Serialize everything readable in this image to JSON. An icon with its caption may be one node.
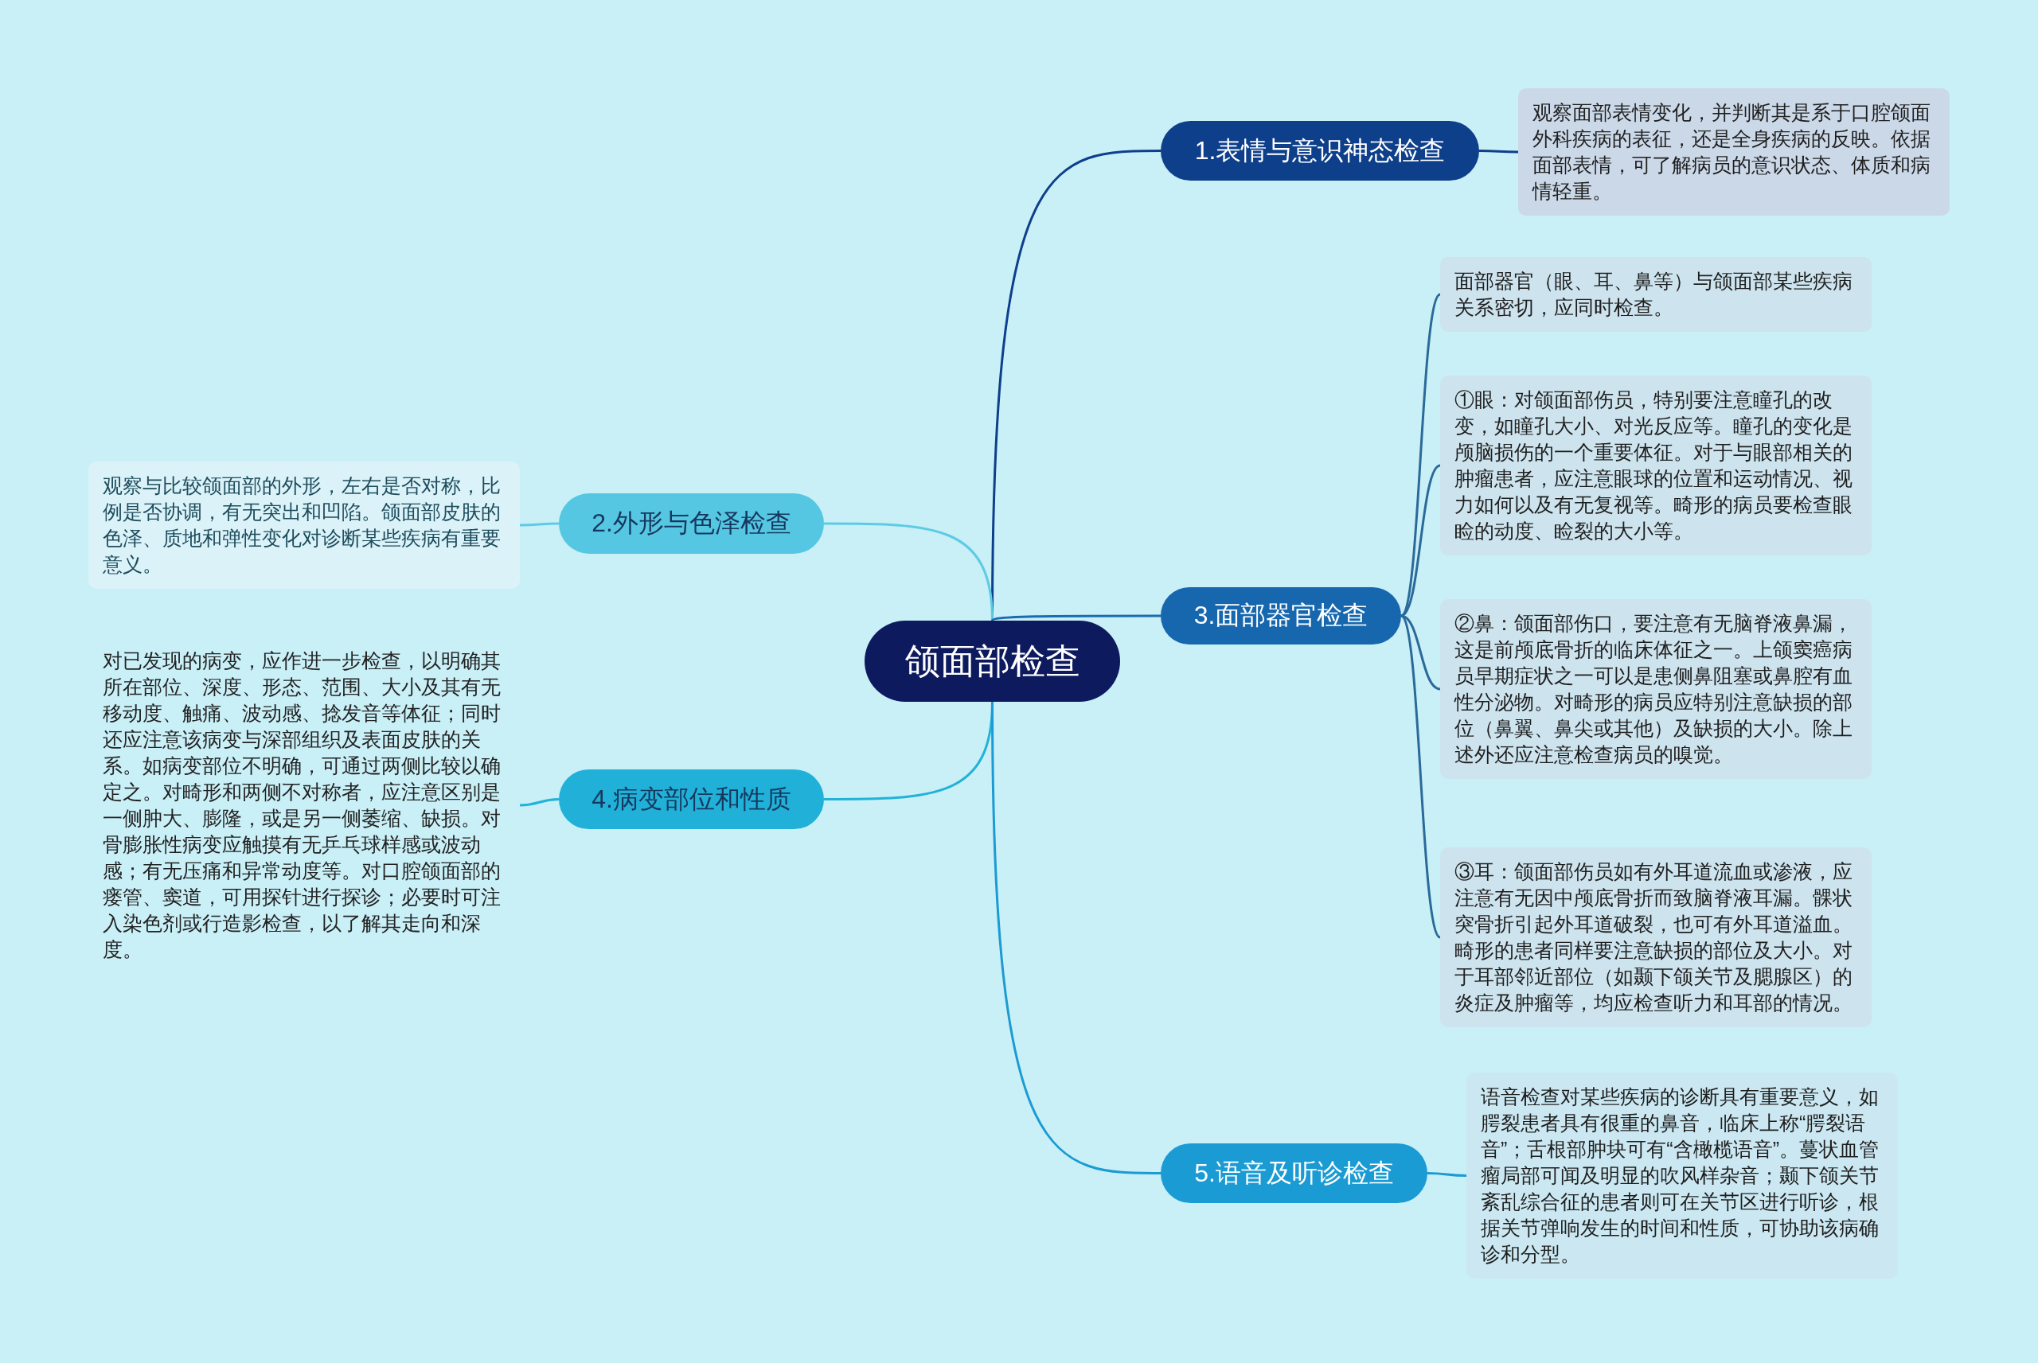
{
  "diagram": {
    "nodes": [
      {
        "text": [
          "颌面部检查"
        ]
      },
      {
        "text": [
          "1.表情与意识神态检查"
        ]
      },
      {
        "text": [
          "观察面部表情变化，并判断其是系于口腔颌面外科疾病的表征，还是全身疾病的反映。依据面部表情，可了解病员的意识状态、体质和病情轻重。"
        ]
      },
      {
        "text": [
          "2.外形与色泽检查"
        ]
      },
      {
        "text": [
          "观察与比较颌面部的外形，左右是否对称，比例是否协调，有无突出和凹陷。颌面部皮肤的色泽、质地和弹性变化对诊断某些疾病有重要意义。"
        ]
      },
      {
        "text": [
          "3.面部器官检查"
        ]
      },
      {
        "text": [
          "面部器官（眼、耳、鼻等）与颌面部某些疾病关系密切，应同时检查。"
        ]
      },
      {
        "text": [
          "①眼：对颌面部伤员，特别要注意瞳孔的改变，如瞳孔大小、对光反应等。瞳孔的变化是颅脑损伤的一个重要体征。对于与眼部相关的肿瘤患者，应注意眼球的位置和运动情况、视力如何以及有无复视等。畸形的病员要检查眼睑的动度、睑裂的大小等。"
        ]
      },
      {
        "text": [
          "②鼻：颌面部伤口，要注意有无脑脊液鼻漏，这是前颅底骨折的临床体征之一。上颌窦癌病员早期症状之一可以是患侧鼻阻塞或鼻腔有血性分泌物。对畸形的病员应特别注意缺损的部位（鼻翼、鼻尖或其他）及缺损的大小。除上述外还应注意检查病员的嗅觉。"
        ]
      },
      {
        "text": [
          "③耳：颌面部伤员如有外耳道流血或渗液，应注意有无因中颅底骨折而致脑脊液耳漏。髁状突骨折引起外耳道破裂，也可有外耳道溢血。畸形的患者同样要注意缺损的部位及大小。对于耳部邻近部位（如颞下颌关节及腮腺区）的炎症及肿瘤等，均应检查听力和耳部的情况。"
        ]
      },
      {
        "text": [
          "4.病变部位和性质"
        ]
      },
      {
        "text": [
          "对已发现的病变，应作进一步检查，以明确其所在部位、深度、形态、范围、大小及其有无移动度、触痛、波动感、捻发音等体征；同时还应注意该病变与深部组织及表面皮肤的关系。如病变部位不明确，可通过两侧比较以确定之。对畸形和两侧不对称者，应注意区别是一侧肿大、膨隆，或是另一侧萎缩、缺损。对骨膨胀性病变应触摸有无乒乓球样感或波动感；有无压痛和异常动度等。对口腔颌面部的瘘管、窦道，可用探针进行探诊；必要时可注入染色剂或行造影检查，以了解其走向和深度。"
        ]
      },
      {
        "text": [
          "5.语音及听诊检查"
        ]
      },
      {
        "text": [
          "语音检查对某些疾病的诊断具有重要意义，如腭裂患者具有很重的鼻音，临床上称“腭裂语音”；舌根部肿块可有“含橄榄语音”。蔓状血管瘤局部可闻及明显的吹风样杂音；颞下颌关节紊乱综合征的患者则可在关节区进行听诊，根据关节弹响发生的时间和性质，可协助该病确诊和分型。"
        ]
      }
    ],
    "edges": [
      {
        "from": 0,
        "to": 1,
        "arrow": "none",
        "color": "#0e3f8c"
      },
      {
        "from": 1,
        "to": 2,
        "arrow": "none",
        "color": "#0e3f8c"
      },
      {
        "from": 0,
        "to": 3,
        "arrow": "none",
        "color": "#5dcbe4"
      },
      {
        "from": 3,
        "to": 4,
        "arrow": "none",
        "color": "#5dcbe4"
      },
      {
        "from": 0,
        "to": 5,
        "arrow": "none",
        "color": "#1a6cb0"
      },
      {
        "from": 5,
        "to": 6,
        "arrow": "none",
        "color": "#2a6a9a"
      },
      {
        "from": 5,
        "to": 7,
        "arrow": "none",
        "color": "#2a6a9a"
      },
      {
        "from": 5,
        "to": 8,
        "arrow": "none",
        "color": "#2a6a9a"
      },
      {
        "from": 5,
        "to": 9,
        "arrow": "none",
        "color": "#2a6a9a"
      },
      {
        "from": 0,
        "to": 10,
        "arrow": "none",
        "color": "#22b2d8"
      },
      {
        "from": 10,
        "to": 11,
        "arrow": "none",
        "color": "#22b2d8"
      },
      {
        "from": 0,
        "to": 12,
        "arrow": "none",
        "color": "#1b9bd3"
      },
      {
        "from": 12,
        "to": 13,
        "arrow": "none",
        "color": "#1b9bd3"
      }
    ]
  }
}
